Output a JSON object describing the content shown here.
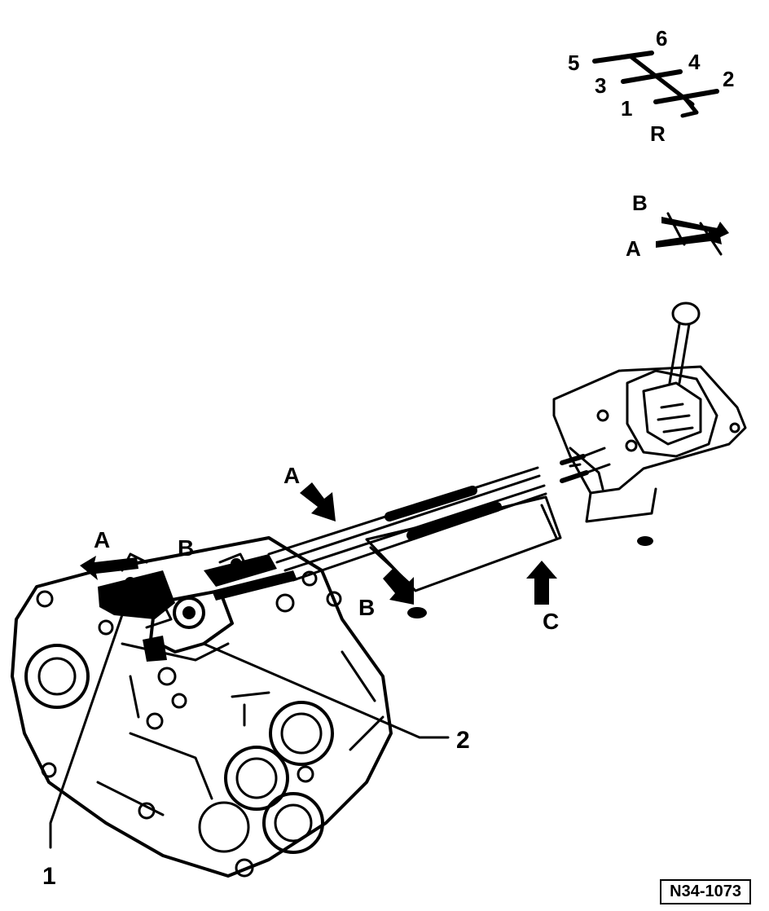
{
  "gate_pattern": {
    "gears": [
      "6",
      "5",
      "4",
      "3",
      "2",
      "1",
      "R"
    ]
  },
  "direction_key": {
    "top": "B",
    "bottom": "A"
  },
  "callouts": {
    "arrow_A": "A",
    "arrow_B": "B",
    "arrow_C": "C",
    "left_arrow_A": "A",
    "left_arrow_B": "B"
  },
  "item_labels": {
    "item1": "1",
    "item2": "2"
  },
  "figure_ref": "N34-1073"
}
